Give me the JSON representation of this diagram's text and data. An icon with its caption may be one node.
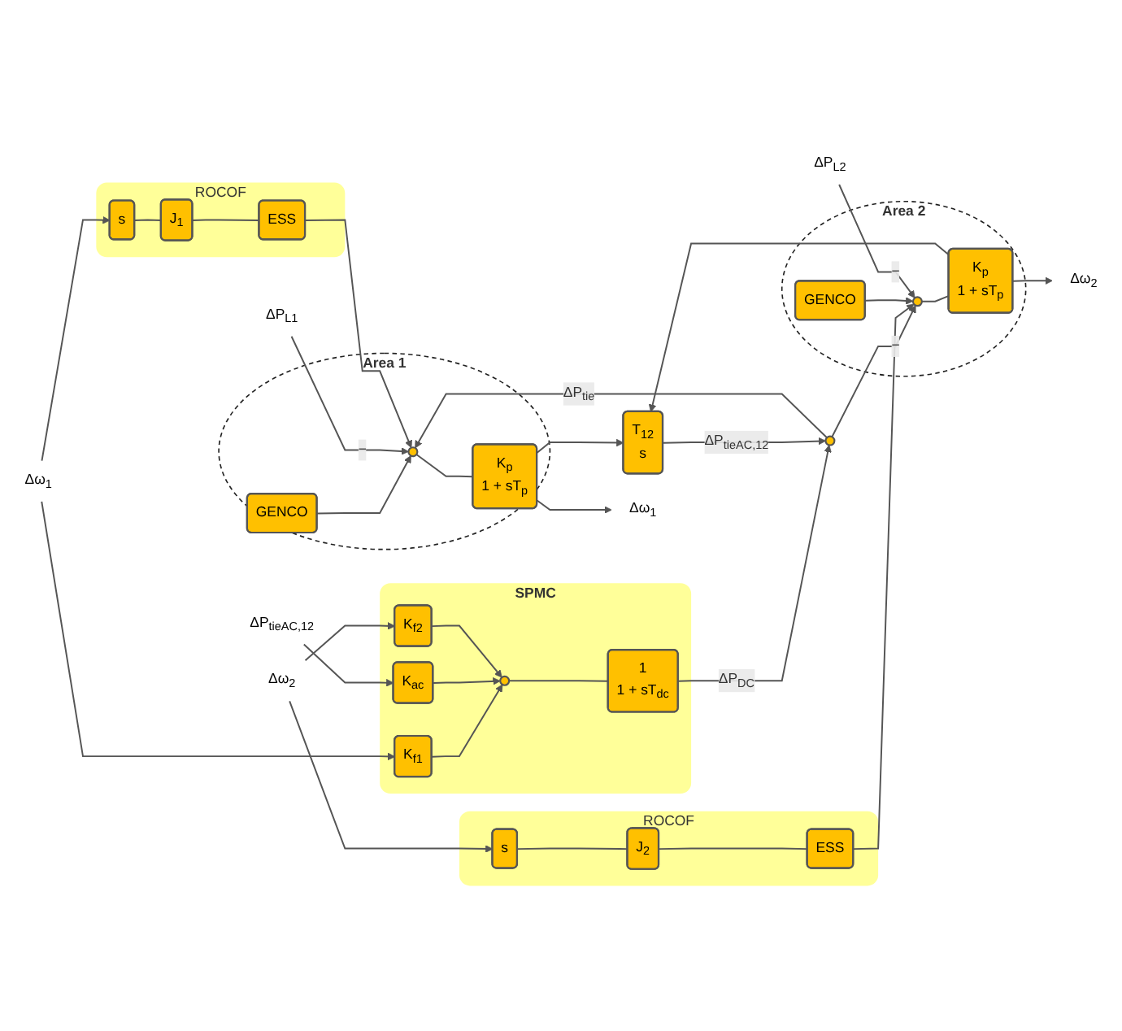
{
  "diagram": {
    "nodes": [
      {
        "text": [
          "Area 1"
        ]
      },
      {
        "text": [
          "GENCO"
        ],
        "in": 0
      },
      {
        "text": [],
        "shape": "circle",
        "in": 0
      },
      {
        "text": [
          "K$_{p}$",
          "1 + sT$_{p}$"
        ],
        "in": 0
      },
      {
        "text": [
          "ΔP$_{L1}$"
        ]
      },
      {
        "text": [
          "Δω$_{1}$"
        ]
      },
      {
        "text": [
          "Δω$_{1}$"
        ]
      },
      {
        "text": [
          "ROCOF"
        ]
      },
      {
        "text": [
          "s"
        ],
        "in": 7
      },
      {
        "text": [
          "J$_{1}$"
        ],
        "in": 7
      },
      {
        "text": [
          "ESS"
        ],
        "in": 7
      },
      {
        "text": [
          "SPMC"
        ]
      },
      {
        "text": [
          "K$_{f1}$"
        ],
        "in": 11
      },
      {
        "text": [
          "K$_{ac}$"
        ],
        "in": 11
      },
      {
        "text": [
          "K$_{f2}$"
        ],
        "in": 11
      },
      {
        "text": [],
        "shape": "circle",
        "in": 11
      },
      {
        "text": [
          "1",
          "1 + sT$_{dc}$"
        ],
        "in": 11
      },
      {
        "text": [
          "ΔP$_{tieAC,12}$"
        ]
      },
      {
        "text": [],
        "shape": "circle"
      },
      {
        "text": [
          "T$_{12}$",
          "s"
        ]
      },
      {
        "text": [
          "Δω$_{2}$"
        ]
      },
      {
        "text": [
          "ROCOF"
        ]
      },
      {
        "text": [
          "s"
        ],
        "in": 21
      },
      {
        "text": [
          "J$_{2}$"
        ],
        "in": 21
      },
      {
        "text": [
          "ESS"
        ],
        "in": 21
      },
      {
        "text": [
          "Area 2"
        ]
      },
      {
        "text": [
          "GENCO"
        ],
        "in": 25
      },
      {
        "text": [],
        "shape": "circle",
        "in": 25
      },
      {
        "text": [
          "K$_{p}$",
          "1 + sT$_{p}$"
        ],
        "in": 25
      },
      {
        "text": [
          "Δω$_{2}$"
        ]
      },
      {
        "text": [
          "ΔP$_{L2}$"
        ]
      }
    ],
    "edges": [
      {
        "from": 1,
        "to": 2,
        "arrow": "to"
      },
      {
        "from": 4,
        "to": 2,
        "arrow": "to",
        "label": "−"
      },
      {
        "from": 2,
        "to": 3,
        "arrow": "none"
      },
      {
        "from": 3,
        "to": 5,
        "arrow": "to"
      },
      {
        "from": 3,
        "to": 19,
        "arrow": "to"
      },
      {
        "from": 6,
        "to": 8,
        "arrow": "to"
      },
      {
        "from": 6,
        "to": 12,
        "arrow": "to"
      },
      {
        "from": 8,
        "to": 9,
        "arrow": "none"
      },
      {
        "from": 9,
        "to": 10,
        "arrow": "none"
      },
      {
        "from": 10,
        "to": 2,
        "arrow": "to"
      },
      {
        "from": 17,
        "to": 13,
        "arrow": "to"
      },
      {
        "from": 12,
        "to": 15,
        "arrow": "to"
      },
      {
        "from": 13,
        "to": 15,
        "arrow": "to"
      },
      {
        "from": 14,
        "to": 15,
        "arrow": "to"
      },
      {
        "from": 15,
        "to": 16,
        "arrow": "none"
      },
      {
        "from": 16,
        "to": 18,
        "arrow": "to",
        "label": "ΔP$_{DC}$"
      },
      {
        "from": 19,
        "to": 18,
        "arrow": "to",
        "label": "ΔP$_{tieAC,12}$"
      },
      {
        "from": 18,
        "to": 2,
        "arrow": "to",
        "label": "ΔP$_{tie}$"
      },
      {
        "from": 18,
        "to": 27,
        "arrow": "to",
        "label": "−"
      },
      {
        "from": 20,
        "to": 14,
        "arrow": "to"
      },
      {
        "from": 20,
        "to": 22,
        "arrow": "to"
      },
      {
        "from": 22,
        "to": 23,
        "arrow": "none"
      },
      {
        "from": 23,
        "to": 24,
        "arrow": "none"
      },
      {
        "from": 24,
        "to": 27,
        "arrow": "to"
      },
      {
        "from": 26,
        "to": 27,
        "arrow": "to"
      },
      {
        "from": 30,
        "to": 27,
        "arrow": "to",
        "label": "−"
      },
      {
        "from": 27,
        "to": 28,
        "arrow": "none"
      },
      {
        "from": 28,
        "to": 29,
        "arrow": "to"
      },
      {
        "from": 28,
        "to": 19,
        "arrow": "to"
      }
    ]
  }
}
